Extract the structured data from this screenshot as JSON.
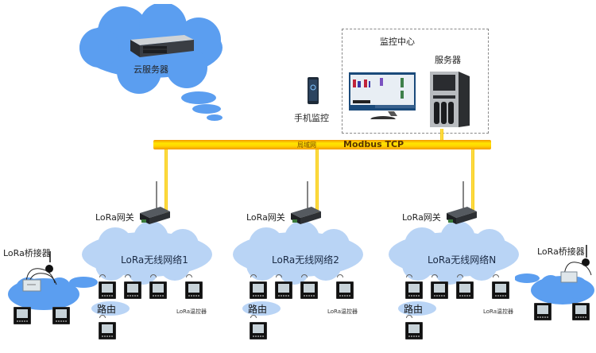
{
  "title": "LoRa 无线温控组网示意图",
  "colors": {
    "cloud_dark": "#5b9ef0",
    "cloud_light": "#b9d4f5",
    "bus_outer": "#f39800",
    "bus_inner": "#ffe600",
    "frame_dash": "#888888"
  },
  "cloud_server": {
    "label": "云服务器",
    "icon": "rack-server-icon"
  },
  "mobile": {
    "label": "手机监控",
    "icon": "smartphone-icon"
  },
  "monitor_center": {
    "title": "监控中心",
    "monitor_icon": "monitor-icon",
    "server_label": "服务器",
    "server_icon": "tower-server-icon"
  },
  "bus": {
    "lan_label": "局域网",
    "protocol_label": "Modbus TCP"
  },
  "networks": [
    {
      "gateway_label": "LoRa网关",
      "cloud_label": "LoRa无线网络1",
      "router_label": "路由",
      "controller_label": "LoRa温控器"
    },
    {
      "gateway_label": "LoRa网关",
      "cloud_label": "LoRa无线网络2",
      "router_label": "路由",
      "controller_label": "LoRa温控器"
    },
    {
      "gateway_label": "LoRa网关",
      "cloud_label": "LoRa无线网络N",
      "router_label": "路由",
      "controller_label": "LoRa温控器"
    }
  ],
  "bridges": [
    {
      "label": "LoRa桥接器"
    },
    {
      "label": "LoRa桥接器"
    }
  ]
}
